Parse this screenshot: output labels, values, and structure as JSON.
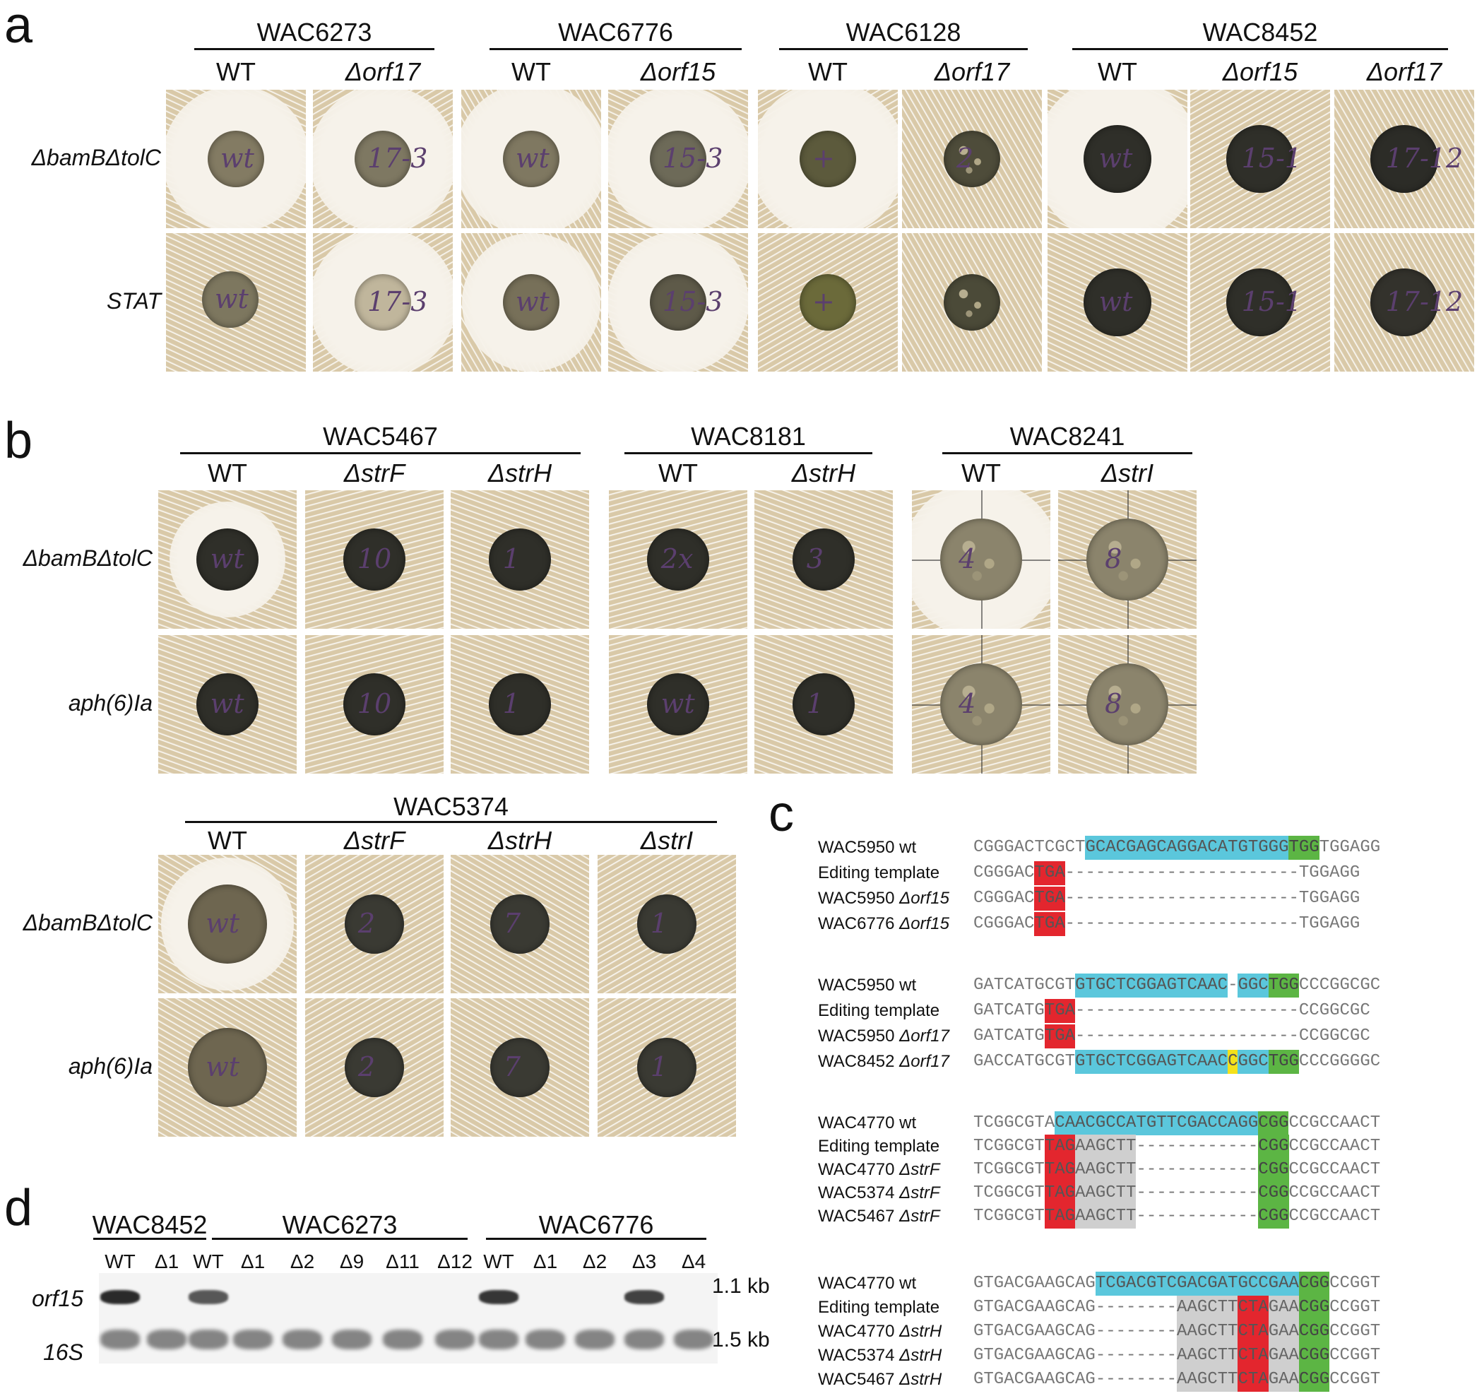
{
  "panels": {
    "a": "a",
    "b": "b",
    "c": "c",
    "d": "d"
  },
  "panel_a": {
    "strains": [
      "WAC6273",
      "WAC6776",
      "WAC6128",
      "WAC8452"
    ],
    "columns": [
      "WT",
      "Δorf17",
      "WT",
      "Δorf15",
      "WT",
      "Δorf17",
      "WT",
      "Δorf15",
      "Δorf17"
    ],
    "rows": [
      "ΔbamBΔtolC",
      "STAT"
    ],
    "disc_marks": [
      [
        "wt",
        "17-3",
        "wt",
        "15-3",
        "+",
        "2",
        "wt",
        "15-1",
        "17-12"
      ],
      [
        "wt",
        "17-3",
        "wt",
        "15-3",
        "+",
        "",
        "wt",
        "15-1",
        "17-12"
      ]
    ]
  },
  "panel_b_top": {
    "strains": [
      "WAC5467",
      "WAC8181",
      "WAC8241"
    ],
    "columns": [
      "WT",
      "ΔstrF",
      "ΔstrH",
      "WT",
      "ΔstrH",
      "WT",
      "ΔstrI"
    ],
    "rows": [
      "ΔbamBΔtolC",
      "aph(6)Ia"
    ],
    "disc_marks": [
      [
        "wt",
        "10",
        "1",
        "2x",
        "3",
        "4",
        "8"
      ],
      [
        "wt",
        "10",
        "1",
        "wt",
        "1",
        "4",
        "8"
      ]
    ]
  },
  "panel_b_bottom": {
    "strain": "WAC5374",
    "columns": [
      "WT",
      "ΔstrF",
      "ΔstrH",
      "ΔstrI"
    ],
    "rows": [
      "ΔbamBΔtolC",
      "aph(6)Ia"
    ],
    "disc_marks": [
      [
        "wt",
        "2",
        "7",
        "1"
      ],
      [
        "wt",
        "2",
        "7",
        "1"
      ]
    ]
  },
  "panel_c": {
    "blocks": [
      {
        "labels": [
          {
            "name": "WAC5950",
            "suffix": "wt"
          },
          {
            "name": "Editing template",
            "suffix": ""
          },
          {
            "name": "WAC5950",
            "suffix": "Δorf15"
          },
          {
            "name": "WAC6776",
            "suffix": "Δorf15"
          }
        ],
        "rows": [
          [
            {
              "t": "CGGGACTCGCT",
              "c": ""
            },
            {
              "t": "GCACGAGCAGGACATGTGGG",
              "c": "cyan"
            },
            {
              "t": "TGG",
              "c": "green"
            },
            {
              "t": "TGGAGG",
              "c": ""
            }
          ],
          [
            {
              "t": "CGGGAC",
              "c": ""
            },
            {
              "t": "TGA",
              "c": "red"
            },
            {
              "t": "-----------------------",
              "c": ""
            },
            {
              "t": "TGGAGG",
              "c": ""
            }
          ],
          [
            {
              "t": "CGGGAC",
              "c": ""
            },
            {
              "t": "TGA",
              "c": "red"
            },
            {
              "t": "-----------------------",
              "c": ""
            },
            {
              "t": "TGGAGG",
              "c": ""
            }
          ],
          [
            {
              "t": "CGGGAC",
              "c": ""
            },
            {
              "t": "TGA",
              "c": "red"
            },
            {
              "t": "-----------------------",
              "c": ""
            },
            {
              "t": "TGGAGG",
              "c": ""
            }
          ]
        ]
      },
      {
        "labels": [
          {
            "name": "WAC5950",
            "suffix": "wt"
          },
          {
            "name": "Editing template",
            "suffix": ""
          },
          {
            "name": "WAC5950",
            "suffix": "Δorf17"
          },
          {
            "name": "WAC8452",
            "suffix": "Δorf17"
          }
        ],
        "rows": [
          [
            {
              "t": "GATCATGCGT",
              "c": ""
            },
            {
              "t": "GTGCTCGGAGTCAAC",
              "c": "cyan"
            },
            {
              "t": "-",
              "c": ""
            },
            {
              "t": "GGC",
              "c": "cyan"
            },
            {
              "t": "TGG",
              "c": "green"
            },
            {
              "t": "CCCGGCGC",
              "c": ""
            }
          ],
          [
            {
              "t": "GATCATG",
              "c": ""
            },
            {
              "t": "TGA",
              "c": "red"
            },
            {
              "t": "----------------------",
              "c": ""
            },
            {
              "t": "CCGGCGC",
              "c": ""
            }
          ],
          [
            {
              "t": "GATCATG",
              "c": ""
            },
            {
              "t": "TGA",
              "c": "red"
            },
            {
              "t": "----------------------",
              "c": ""
            },
            {
              "t": "CCGGCGC",
              "c": ""
            }
          ],
          [
            {
              "t": "GACCATGCGT",
              "c": ""
            },
            {
              "t": "GTGCTCGGAGTCAAC",
              "c": "cyan"
            },
            {
              "t": "C",
              "c": "yellow"
            },
            {
              "t": "GGC",
              "c": "cyan"
            },
            {
              "t": "TGG",
              "c": "green"
            },
            {
              "t": "CCCGGGGC",
              "c": ""
            }
          ]
        ]
      },
      {
        "labels": [
          {
            "name": "WAC4770",
            "suffix": "wt"
          },
          {
            "name": "Editing template",
            "suffix": ""
          },
          {
            "name": "WAC4770",
            "suffix": "ΔstrF"
          },
          {
            "name": "WAC5374",
            "suffix": "ΔstrF"
          },
          {
            "name": "WAC5467",
            "suffix": "ΔstrF"
          }
        ],
        "rows": [
          [
            {
              "t": "TCGGCGTA",
              "c": ""
            },
            {
              "t": "CAACGCCATGTTCGACCAGG",
              "c": "cyan"
            },
            {
              "t": "CGG",
              "c": "green"
            },
            {
              "t": "CCGCCAACT",
              "c": ""
            }
          ],
          [
            {
              "t": "TCGGCGT",
              "c": ""
            },
            {
              "t": "TAG",
              "c": "red"
            },
            {
              "t": "AAGCTT",
              "c": "grey"
            },
            {
              "t": "------------",
              "c": ""
            },
            {
              "t": "CGG",
              "c": "green"
            },
            {
              "t": "CCGCCAACT",
              "c": ""
            }
          ],
          [
            {
              "t": "TCGGCGT",
              "c": ""
            },
            {
              "t": "TAG",
              "c": "red"
            },
            {
              "t": "AAGCTT",
              "c": "grey"
            },
            {
              "t": "------------",
              "c": ""
            },
            {
              "t": "CGG",
              "c": "green"
            },
            {
              "t": "CCGCCAACT",
              "c": ""
            }
          ],
          [
            {
              "t": "TCGGCGT",
              "c": ""
            },
            {
              "t": "TAG",
              "c": "red"
            },
            {
              "t": "AAGCTT",
              "c": "grey"
            },
            {
              "t": "------------",
              "c": ""
            },
            {
              "t": "CGG",
              "c": "green"
            },
            {
              "t": "CCGCCAACT",
              "c": ""
            }
          ],
          [
            {
              "t": "TCGGCGT",
              "c": ""
            },
            {
              "t": "TAG",
              "c": "red"
            },
            {
              "t": "AAGCTT",
              "c": "grey"
            },
            {
              "t": "------------",
              "c": ""
            },
            {
              "t": "CGG",
              "c": "green"
            },
            {
              "t": "CCGCCAACT",
              "c": ""
            }
          ]
        ]
      },
      {
        "labels": [
          {
            "name": "WAC4770",
            "suffix": "wt"
          },
          {
            "name": "Editing template",
            "suffix": ""
          },
          {
            "name": "WAC4770",
            "suffix": "ΔstrH"
          },
          {
            "name": "WAC5374",
            "suffix": "ΔstrH"
          },
          {
            "name": "WAC5467",
            "suffix": "ΔstrH"
          }
        ],
        "rows": [
          [
            {
              "t": "GTGACGAAGCAG",
              "c": ""
            },
            {
              "t": "TCGACGTCGACGATGCCGAA",
              "c": "cyan"
            },
            {
              "t": "CGG",
              "c": "green"
            },
            {
              "t": "CCGGT",
              "c": ""
            }
          ],
          [
            {
              "t": "GTGACGAAGCAG--------",
              "c": ""
            },
            {
              "t": "AAGCTT",
              "c": "grey"
            },
            {
              "t": "CTA",
              "c": "red"
            },
            {
              "t": "GAA",
              "c": "grey"
            },
            {
              "t": "CGG",
              "c": "green"
            },
            {
              "t": "CCGGT",
              "c": ""
            }
          ],
          [
            {
              "t": "GTGACGAAGCAG--------",
              "c": ""
            },
            {
              "t": "AAGCTT",
              "c": "grey"
            },
            {
              "t": "CTA",
              "c": "red"
            },
            {
              "t": "GAA",
              "c": "grey"
            },
            {
              "t": "CGG",
              "c": "green"
            },
            {
              "t": "CCGGT",
              "c": ""
            }
          ],
          [
            {
              "t": "GTGACGAAGCAG--------",
              "c": ""
            },
            {
              "t": "AAGCTT",
              "c": "grey"
            },
            {
              "t": "CTA",
              "c": "red"
            },
            {
              "t": "GAA",
              "c": "grey"
            },
            {
              "t": "CGG",
              "c": "green"
            },
            {
              "t": "CCGGT",
              "c": ""
            }
          ],
          [
            {
              "t": "GTGACGAAGCAG--------",
              "c": ""
            },
            {
              "t": "AAGCTT",
              "c": "grey"
            },
            {
              "t": "CTA",
              "c": "red"
            },
            {
              "t": "GAA",
              "c": "grey"
            },
            {
              "t": "CGG",
              "c": "green"
            },
            {
              "t": "CCGGT",
              "c": ""
            }
          ]
        ]
      }
    ]
  },
  "panel_d": {
    "strains": [
      "WAC8452",
      "WAC6273",
      "WAC6776"
    ],
    "lanes": [
      "WT",
      "Δ1",
      "WT",
      "Δ1",
      "Δ2",
      "Δ9",
      "Δ11",
      "Δ12",
      "WT",
      "Δ1",
      "Δ2",
      "Δ3",
      "Δ4"
    ],
    "rows": [
      "orf15",
      "16S"
    ],
    "sizes": [
      "1.1 kb",
      "1.5 kb"
    ],
    "orf15_band": [
      0.9,
      0,
      0.7,
      0,
      0,
      0,
      0,
      0,
      0.85,
      0,
      0,
      0.8,
      0
    ]
  },
  "colors": {
    "cyan": "#5bc7dc",
    "green": "#5cb544",
    "red": "#e3262e",
    "grey": "#cfcfcf",
    "yellow": "#f4e11b",
    "plate": "#d9c9a8",
    "disc_dark": "#2f2f29",
    "disc_light": "#7a7360",
    "halo": "#f6f2ea"
  }
}
